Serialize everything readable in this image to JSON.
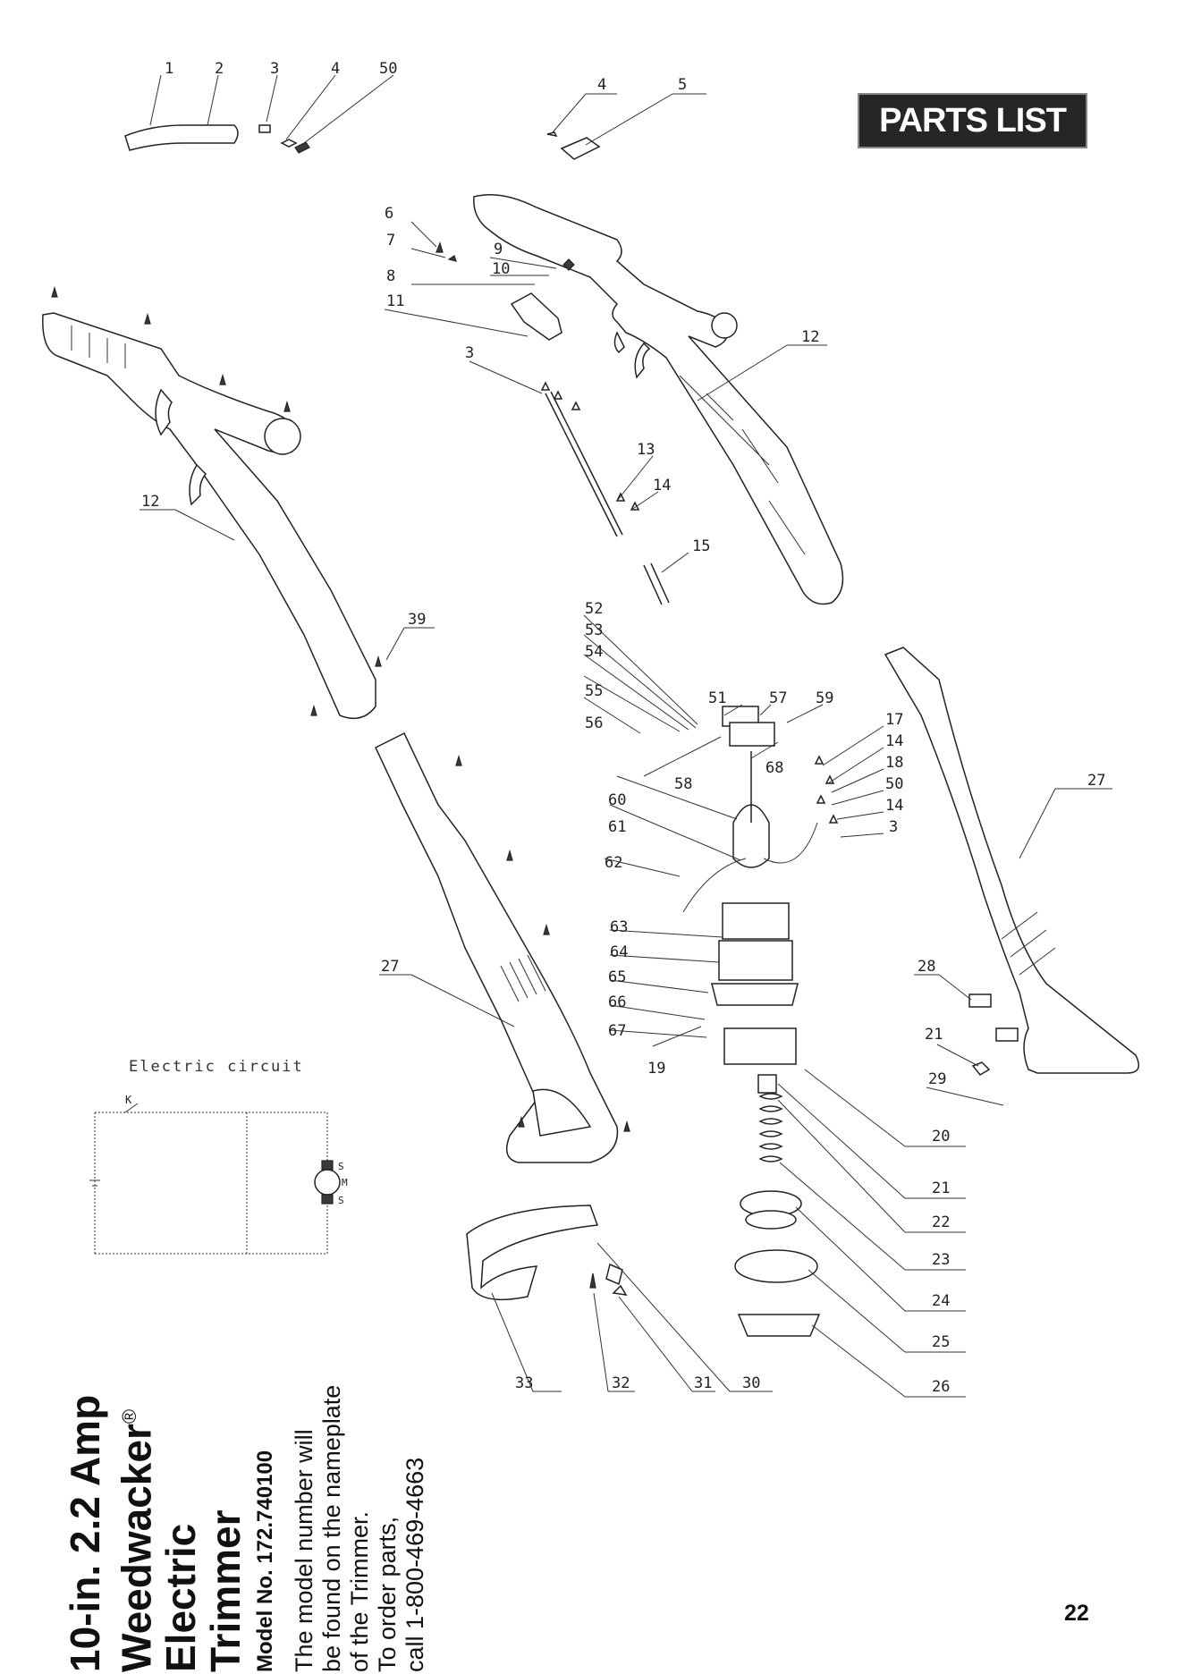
{
  "banner": "PARTS LIST",
  "product": {
    "title_lines": [
      "10-in. 2.2 Amp",
      "Weedwacker",
      "Electric",
      "Trimmer"
    ],
    "registered_mark": "®",
    "model_no": "Model No. 172.740100",
    "notes": [
      "The model number will",
      "be found on the nameplate",
      "of the Trimmer.",
      "To order parts,",
      "call 1-800-469-4663"
    ]
  },
  "page_number": "22",
  "circuit": {
    "title": "Electric circuit",
    "switch_label": "K",
    "motor_labels": [
      "S",
      "M",
      "S"
    ]
  },
  "callouts": {
    "cord_group": [
      "1",
      "2",
      "3",
      "4",
      "50"
    ],
    "switch_group": [
      "4",
      "5"
    ],
    "handle_top": [
      "6",
      "7",
      "8",
      "9",
      "10",
      "11",
      "12"
    ],
    "wires": [
      "3",
      "13",
      "14",
      "15"
    ],
    "left_handle": [
      "12",
      "39"
    ],
    "lower_shaft": [
      "27"
    ],
    "motor_left": [
      "52",
      "53",
      "54",
      "55",
      "56",
      "51",
      "57",
      "59",
      "58",
      "68",
      "60",
      "61",
      "62",
      "63",
      "64",
      "65",
      "66",
      "67",
      "19"
    ],
    "motor_right": [
      "17",
      "14",
      "18",
      "50",
      "14",
      "3"
    ],
    "right_housing": [
      "27",
      "28",
      "21",
      "29"
    ],
    "spool_stack": [
      "20",
      "21",
      "22",
      "23",
      "24",
      "25",
      "26"
    ],
    "guard": [
      "33",
      "32",
      "31",
      "30"
    ]
  }
}
